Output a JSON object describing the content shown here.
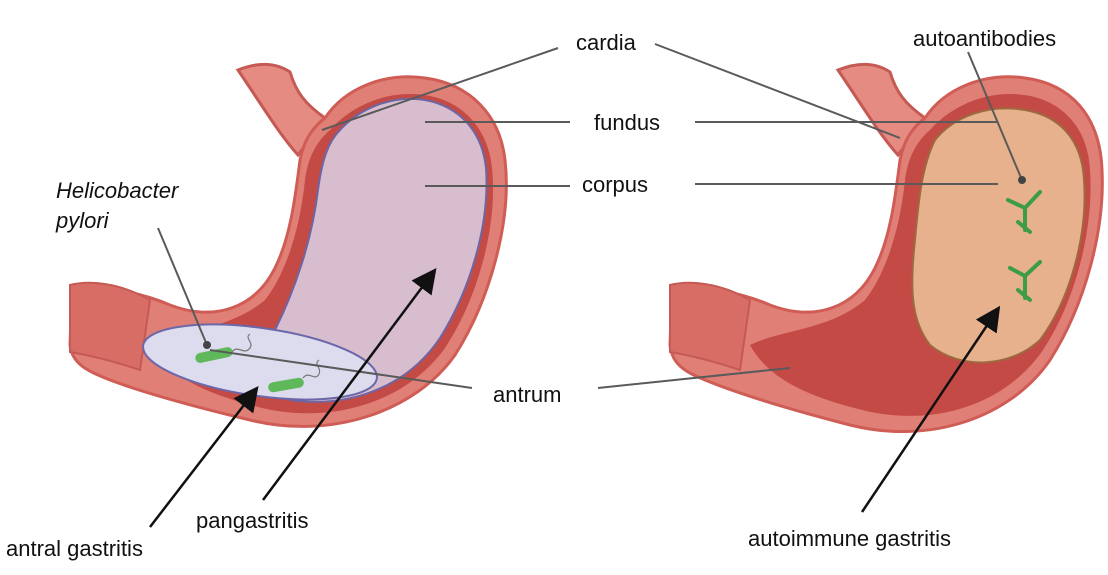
{
  "labels": {
    "cardia": "cardia",
    "fundus": "fundus",
    "corpus": "corpus",
    "antrum": "antrum",
    "helicobacter_line1": "Helicobacter",
    "helicobacter_line2": "pylori",
    "antral_gastritis": "antral gastritis",
    "pangastritis": "pangastritis",
    "autoantibodies": "autoantibodies",
    "autoimmune_gastritis": "autoimmune gastritis"
  },
  "colors": {
    "stomach_outer": "#e38a80",
    "stomach_wall": "#c0504b",
    "pangastritis_fill": "#d8c3d8",
    "antral_fill": "#d9d9ef",
    "autoimmune_fill": "#e9b690",
    "antibody": "#3d9c46",
    "bacteria": "#5fb95b",
    "leader_line": "#5a5a5a"
  },
  "icons": [
    "stomach-left",
    "stomach-right",
    "bacteria-icon",
    "antibody-icon"
  ]
}
